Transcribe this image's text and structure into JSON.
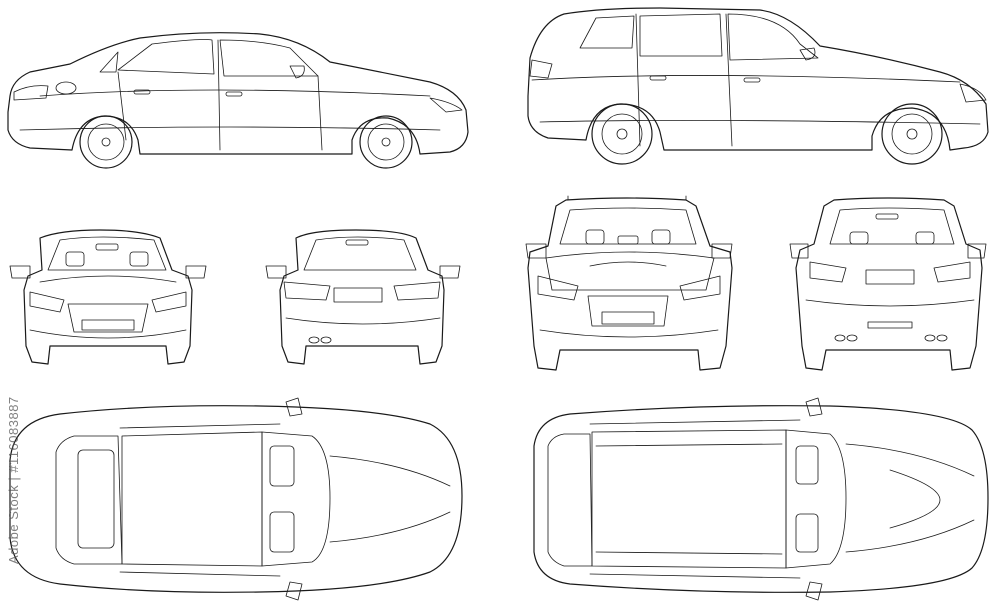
{
  "colors": {
    "line": "#1a1a1a",
    "background": "#ffffff",
    "watermark": "#555555"
  },
  "watermark": {
    "text": "Adobe Stock | #116083887"
  },
  "views": {
    "sedan": [
      "side-view",
      "front-view",
      "rear-view",
      "top-view"
    ],
    "suv": [
      "side-view",
      "front-view",
      "rear-view",
      "top-view"
    ]
  }
}
